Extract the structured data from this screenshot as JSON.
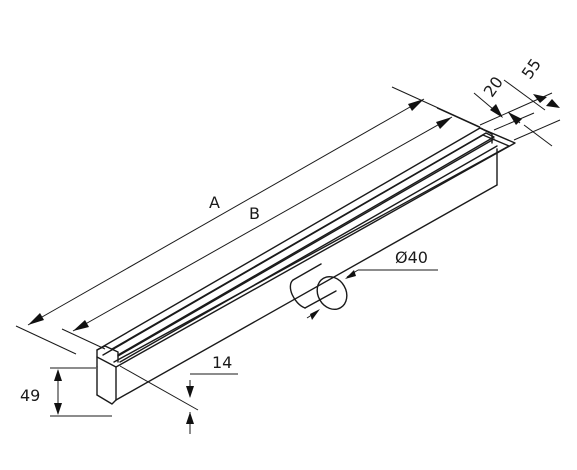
{
  "labels": {
    "length_a": "A",
    "length_b": "B",
    "outlet_diameter": "Ø40",
    "grate_gap": "14",
    "body_height": "49",
    "width_inner": "20",
    "width_outer": "55"
  }
}
